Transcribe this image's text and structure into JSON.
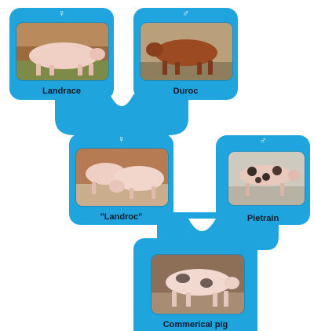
{
  "cards": {
    "landrace": {
      "symbol": "♀",
      "label": "Landrace",
      "photo_icon": "landrace-pig-photo"
    },
    "duroc": {
      "symbol": "♂",
      "label": "Duroc",
      "photo_icon": "duroc-pig-photo"
    },
    "landroc": {
      "symbol": "♀",
      "label": "\"Landroc\"",
      "photo_icon": "landroc-pigs-photo"
    },
    "pietrain": {
      "symbol": "♂",
      "label": "Pietrain",
      "photo_icon": "pietrain-pig-photo"
    },
    "commercial": {
      "label": "Commerical pig",
      "photo_icon": "commercial-pig-photo"
    }
  },
  "colors": {
    "card_blue": "#1fa4dd",
    "label_text": "#0b1b2b",
    "symbol_text": "#ffffff"
  }
}
